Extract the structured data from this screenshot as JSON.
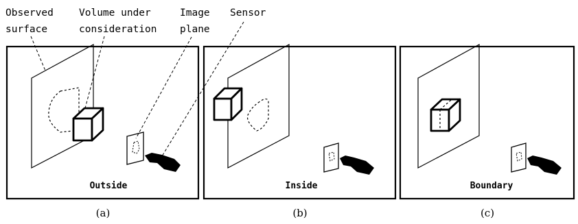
{
  "annotations": {
    "observed_surface": [
      "Observed",
      "surface"
    ],
    "volume": [
      "Volume under",
      "consideration"
    ],
    "image_plane": [
      "Image",
      "plane"
    ],
    "sensor": [
      "Sensor"
    ]
  },
  "panels": [
    {
      "label": "Outside",
      "sublabel": "(a)",
      "cube_position": "in front of surface"
    },
    {
      "label": "Inside",
      "sublabel": "(b)",
      "cube_position": "behind surface"
    },
    {
      "label": "Boundary",
      "sublabel": "(c)",
      "cube_position": "intersecting surface"
    }
  ]
}
